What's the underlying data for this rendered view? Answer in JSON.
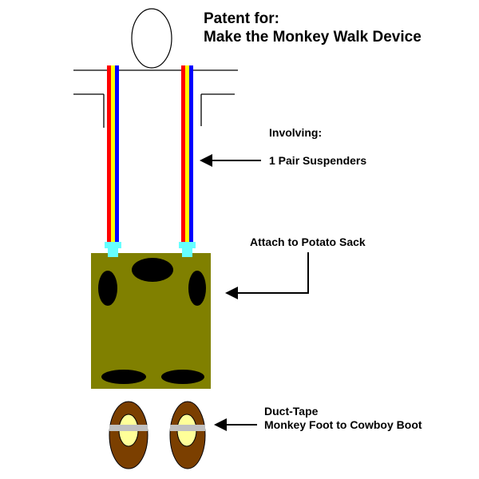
{
  "title": {
    "line1": "Patent for:",
    "line2": "Make the Monkey Walk Device"
  },
  "labels": {
    "involving": "Involving:",
    "suspenders": "1 Pair Suspenders",
    "sack": "Attach to Potato Sack",
    "duct_line1": "Duct-Tape",
    "duct_line2": "Monkey Foot to Cowboy Boot"
  },
  "colors": {
    "suspender_red": "#ff0000",
    "suspender_yellow": "#ffff00",
    "suspender_blue": "#0000ff",
    "clip": "#66ffff",
    "sack": "#808000",
    "hole": "#000000",
    "boot": "#7b3f00",
    "foot": "#ffff99",
    "tape": "#c0c0c0",
    "outline": "#000000"
  }
}
